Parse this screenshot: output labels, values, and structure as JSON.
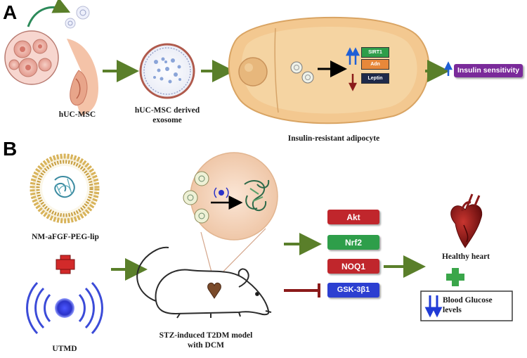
{
  "panels": {
    "a": "A",
    "b": "B"
  },
  "panel_a": {
    "huc_msc": "hUC-MSC",
    "exosome_line1": "hUC-MSC derived",
    "exosome_line2": "exosome",
    "adipocyte": "Insulin-resistant adipocyte",
    "sirt1": "SIRT1",
    "adn": "Adn",
    "leptin": "Leptin",
    "insulin_sensitivity": "Insulin sensitivity"
  },
  "panel_b": {
    "liposome": "NM-aFGF-PEG-lip",
    "utmd": "UTMD",
    "model_line1": "STZ-induced T2DM model",
    "model_line2": "with DCM",
    "akt": "Akt",
    "nrf2": "Nrf2",
    "noq1": "NOQ1",
    "gsk": "GSK-3β1",
    "healthy_heart": "Healthy heart",
    "glucose_line1": "Blood Glucose",
    "glucose_line2": "levels"
  },
  "colors": {
    "arrow_green": "#5a7f2a",
    "inhibit_red": "#8b1a1a",
    "akt_red": "#c0262c",
    "nrf2_green": "#2e9e4a",
    "noq1_red": "#c0262c",
    "gsk_blue": "#2c3fd1",
    "sirt1_green": "#2e9e4a",
    "adn_orange": "#e8883a",
    "leptin_navy": "#1f2a4a",
    "insulin_purple": "#7a2a9a",
    "adipocyte_fill": "#f3c890",
    "up_arrow_blue": "#1f5fd6",
    "down_arrow_red": "#8b1a1a"
  },
  "icons": [
    "cell-culture-icon",
    "pregnant-woman-icon",
    "exosome-vesicle-icon",
    "adipocyte-cell-icon",
    "liposome-icon",
    "ultrasound-wave-icon",
    "plus-icon",
    "mouse-icon",
    "heart-icon",
    "protein-icon"
  ]
}
